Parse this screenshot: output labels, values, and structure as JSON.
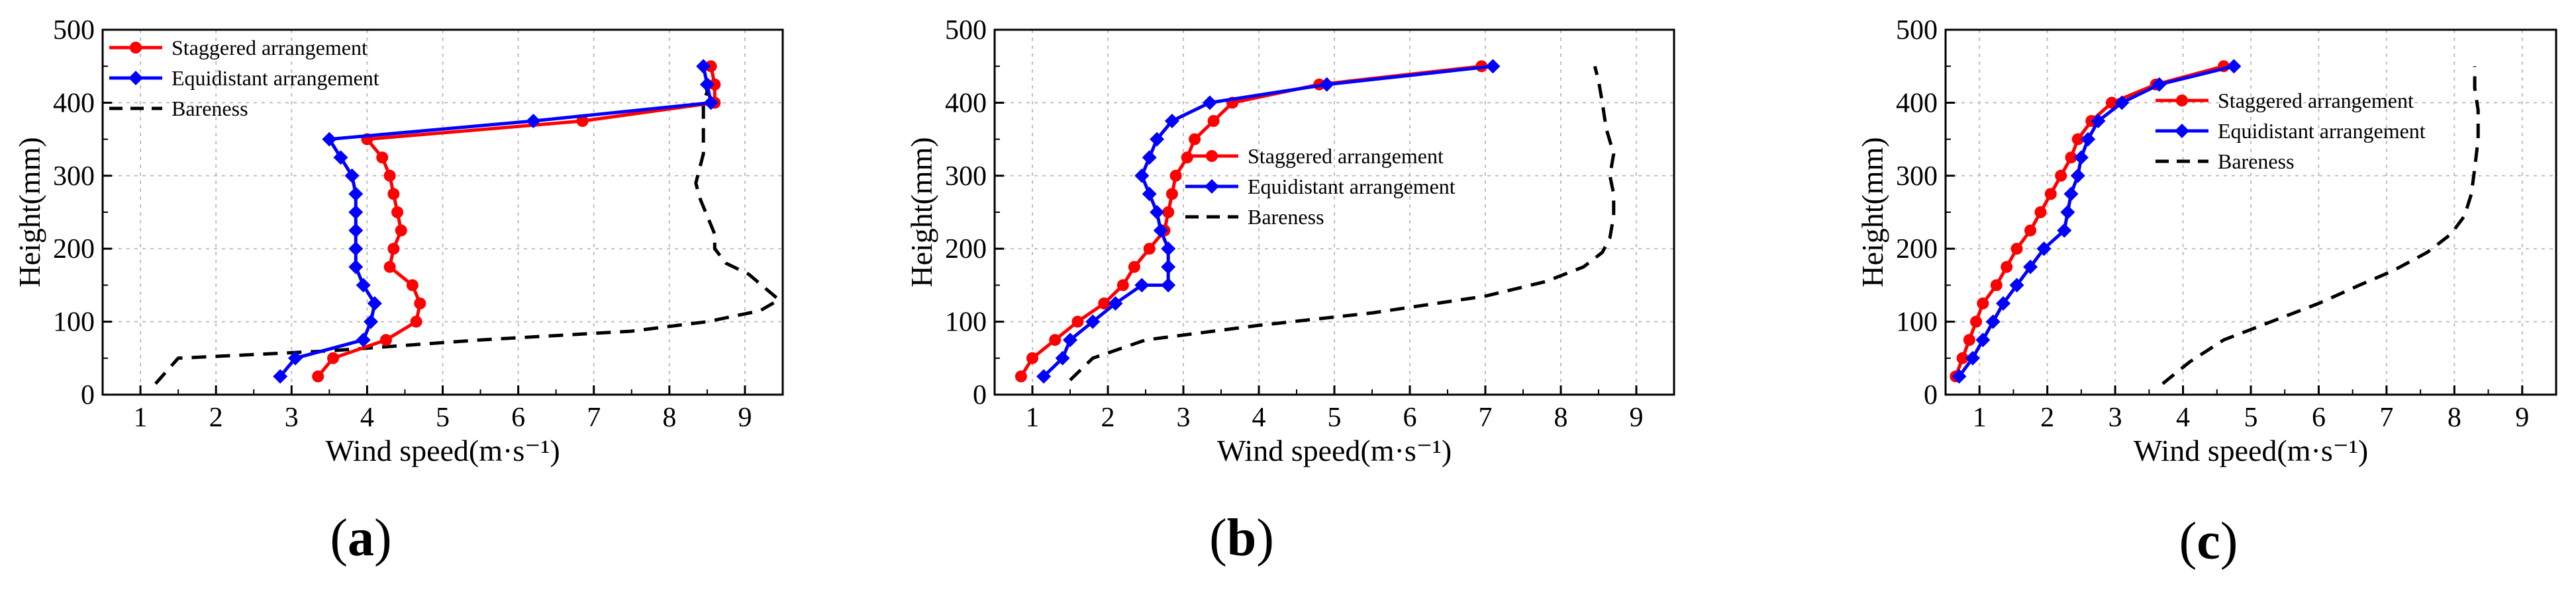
{
  "figure": {
    "panel_labels": [
      {
        "open": "(",
        "letter": "a",
        "close": ")"
      },
      {
        "open": "(",
        "letter": "b",
        "close": ")"
      },
      {
        "open": "(",
        "letter": "c",
        "close": ")"
      }
    ]
  },
  "colors": {
    "staggered": "#ff0000",
    "equidistant": "#0000ff",
    "bareness": "#000000",
    "grid": "#bfbfbf"
  },
  "chart_data": [
    {
      "type": "line",
      "panel": "a",
      "xlabel": "Wind speed(m·s⁻¹)",
      "ylabel": "Height(mm)",
      "xlim": [
        0.5,
        9.5
      ],
      "ylim": [
        0,
        500
      ],
      "xticks": [
        1,
        2,
        3,
        4,
        5,
        6,
        7,
        8,
        9
      ],
      "yticks": [
        0,
        100,
        200,
        300,
        400,
        500
      ],
      "grid": true,
      "legend_position": "top-left",
      "series": [
        {
          "name": "Staggered arrangement",
          "color": "#ff0000",
          "marker": "circle",
          "dash": "solid",
          "points": [
            [
              3.35,
              25
            ],
            [
              3.55,
              50
            ],
            [
              4.25,
              75
            ],
            [
              4.65,
              100
            ],
            [
              4.7,
              125
            ],
            [
              4.6,
              150
            ],
            [
              4.3,
              175
            ],
            [
              4.35,
              200
            ],
            [
              4.45,
              225
            ],
            [
              4.4,
              250
            ],
            [
              4.35,
              275
            ],
            [
              4.3,
              300
            ],
            [
              4.2,
              325
            ],
            [
              4.0,
              350
            ],
            [
              6.85,
              375
            ],
            [
              8.6,
              400
            ],
            [
              8.6,
              425
            ],
            [
              8.55,
              450
            ]
          ]
        },
        {
          "name": "Equidistant arrangement",
          "color": "#0000ff",
          "marker": "diamond",
          "dash": "solid",
          "points": [
            [
              2.85,
              25
            ],
            [
              3.05,
              50
            ],
            [
              3.95,
              75
            ],
            [
              4.05,
              100
            ],
            [
              4.1,
              125
            ],
            [
              3.95,
              150
            ],
            [
              3.85,
              175
            ],
            [
              3.85,
              200
            ],
            [
              3.85,
              225
            ],
            [
              3.85,
              250
            ],
            [
              3.85,
              275
            ],
            [
              3.8,
              300
            ],
            [
              3.65,
              325
            ],
            [
              3.5,
              350
            ],
            [
              6.2,
              375
            ],
            [
              8.55,
              400
            ],
            [
              8.5,
              425
            ],
            [
              8.45,
              450
            ]
          ]
        },
        {
          "name": "Bareness",
          "color": "#000000",
          "marker": "none",
          "dash": "dashed",
          "points": [
            [
              1.2,
              15
            ],
            [
              1.5,
              50
            ],
            [
              3.5,
              60
            ],
            [
              5.5,
              75
            ],
            [
              7.5,
              87
            ],
            [
              8.5,
              100
            ],
            [
              9.2,
              115
            ],
            [
              9.45,
              130
            ],
            [
              9.05,
              165
            ],
            [
              8.75,
              180
            ],
            [
              8.6,
              200
            ],
            [
              8.6,
              220
            ],
            [
              8.5,
              245
            ],
            [
              8.4,
              270
            ],
            [
              8.35,
              290
            ],
            [
              8.45,
              330
            ],
            [
              8.45,
              370
            ],
            [
              8.45,
              400
            ],
            [
              8.5,
              415
            ],
            [
              8.45,
              440
            ],
            [
              8.45,
              450
            ]
          ]
        }
      ]
    },
    {
      "type": "line",
      "panel": "b",
      "xlabel": "Wind speed(m·s⁻¹)",
      "ylabel": "Height(mm)",
      "xlim": [
        0.5,
        9.5
      ],
      "ylim": [
        0,
        500
      ],
      "xticks": [
        1,
        2,
        3,
        4,
        5,
        6,
        7,
        8,
        9
      ],
      "yticks": [
        0,
        100,
        200,
        300,
        400,
        500
      ],
      "grid": true,
      "legend_position": "center-right",
      "series": [
        {
          "name": "Staggered arrangement",
          "color": "#ff0000",
          "marker": "circle",
          "dash": "solid",
          "points": [
            [
              0.85,
              25
            ],
            [
              1.0,
              50
            ],
            [
              1.3,
              75
            ],
            [
              1.6,
              100
            ],
            [
              1.95,
              125
            ],
            [
              2.2,
              150
            ],
            [
              2.35,
              175
            ],
            [
              2.55,
              200
            ],
            [
              2.75,
              225
            ],
            [
              2.8,
              250
            ],
            [
              2.85,
              275
            ],
            [
              2.9,
              300
            ],
            [
              3.05,
              325
            ],
            [
              3.15,
              350
            ],
            [
              3.4,
              375
            ],
            [
              3.65,
              400
            ],
            [
              4.8,
              425
            ],
            [
              6.95,
              450
            ]
          ]
        },
        {
          "name": "Equidistant arrangement",
          "color": "#0000ff",
          "marker": "diamond",
          "dash": "solid",
          "points": [
            [
              1.15,
              25
            ],
            [
              1.4,
              50
            ],
            [
              1.5,
              75
            ],
            [
              1.8,
              100
            ],
            [
              2.1,
              125
            ],
            [
              2.45,
              150
            ],
            [
              2.8,
              150
            ],
            [
              2.8,
              175
            ],
            [
              2.8,
              200
            ],
            [
              2.7,
              225
            ],
            [
              2.65,
              250
            ],
            [
              2.55,
              275
            ],
            [
              2.45,
              300
            ],
            [
              2.55,
              325
            ],
            [
              2.65,
              350
            ],
            [
              2.85,
              375
            ],
            [
              3.35,
              400
            ],
            [
              4.9,
              425
            ],
            [
              7.1,
              450
            ]
          ]
        },
        {
          "name": "Bareness",
          "color": "#000000",
          "marker": "none",
          "dash": "dashed",
          "points": [
            [
              1.5,
              20
            ],
            [
              1.8,
              50
            ],
            [
              2.5,
              75
            ],
            [
              4.0,
              95
            ],
            [
              5.5,
              112
            ],
            [
              7.0,
              135
            ],
            [
              7.8,
              155
            ],
            [
              8.3,
              175
            ],
            [
              8.55,
              195
            ],
            [
              8.65,
              215
            ],
            [
              8.7,
              245
            ],
            [
              8.7,
              275
            ],
            [
              8.65,
              300
            ],
            [
              8.7,
              330
            ],
            [
              8.6,
              365
            ],
            [
              8.55,
              400
            ],
            [
              8.5,
              430
            ],
            [
              8.45,
              450
            ]
          ]
        }
      ]
    },
    {
      "type": "line",
      "panel": "c",
      "xlabel": "Wind speed(m·s⁻¹)",
      "ylabel": "Height(mm)",
      "xlim": [
        0.5,
        9.5
      ],
      "ylim": [
        0,
        500
      ],
      "xticks": [
        1,
        2,
        3,
        4,
        5,
        6,
        7,
        8,
        9
      ],
      "yticks": [
        0,
        100,
        200,
        300,
        400,
        500
      ],
      "grid": true,
      "legend_position": "center",
      "series": [
        {
          "name": "Staggered arrangement",
          "color": "#ff0000",
          "marker": "circle",
          "dash": "solid",
          "points": [
            [
              0.65,
              25
            ],
            [
              0.75,
              50
            ],
            [
              0.85,
              75
            ],
            [
              0.95,
              100
            ],
            [
              1.05,
              125
            ],
            [
              1.25,
              150
            ],
            [
              1.4,
              175
            ],
            [
              1.55,
              200
            ],
            [
              1.75,
              225
            ],
            [
              1.9,
              250
            ],
            [
              2.05,
              275
            ],
            [
              2.2,
              300
            ],
            [
              2.35,
              325
            ],
            [
              2.45,
              350
            ],
            [
              2.65,
              375
            ],
            [
              2.95,
              400
            ],
            [
              3.6,
              425
            ],
            [
              4.6,
              450
            ]
          ]
        },
        {
          "name": "Equidistant arrangement",
          "color": "#0000ff",
          "marker": "diamond",
          "dash": "solid",
          "points": [
            [
              0.7,
              25
            ],
            [
              0.9,
              50
            ],
            [
              1.05,
              75
            ],
            [
              1.2,
              100
            ],
            [
              1.35,
              125
            ],
            [
              1.55,
              150
            ],
            [
              1.75,
              175
            ],
            [
              1.95,
              200
            ],
            [
              2.25,
              225
            ],
            [
              2.3,
              250
            ],
            [
              2.35,
              275
            ],
            [
              2.45,
              300
            ],
            [
              2.5,
              325
            ],
            [
              2.6,
              350
            ],
            [
              2.75,
              375
            ],
            [
              3.1,
              400
            ],
            [
              3.65,
              425
            ],
            [
              4.75,
              450
            ]
          ]
        },
        {
          "name": "Bareness",
          "color": "#000000",
          "marker": "none",
          "dash": "dashed",
          "points": [
            [
              3.7,
              15
            ],
            [
              4.1,
              45
            ],
            [
              4.6,
              75
            ],
            [
              5.3,
              100
            ],
            [
              6.0,
              125
            ],
            [
              6.6,
              150
            ],
            [
              7.1,
              170
            ],
            [
              7.6,
              195
            ],
            [
              7.95,
              220
            ],
            [
              8.15,
              245
            ],
            [
              8.25,
              275
            ],
            [
              8.3,
              310
            ],
            [
              8.35,
              350
            ],
            [
              8.35,
              390
            ],
            [
              8.3,
              420
            ],
            [
              8.3,
              450
            ]
          ]
        }
      ]
    }
  ]
}
